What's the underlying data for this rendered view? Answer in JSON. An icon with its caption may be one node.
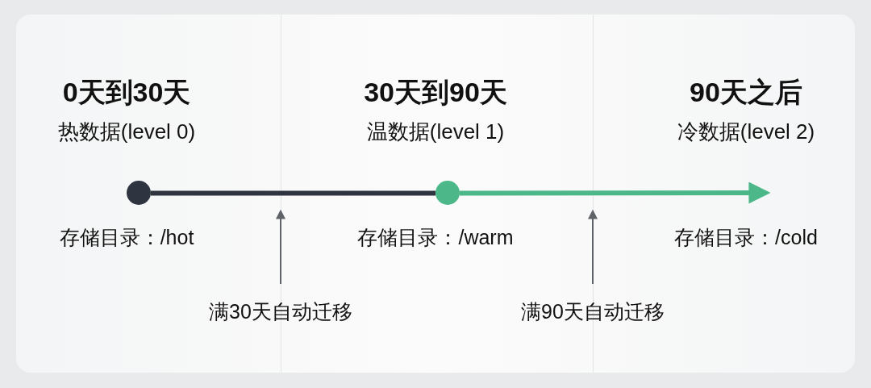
{
  "diagram": {
    "nodes": [
      {
        "text": [],
        "shape": "circle"
      },
      {
        "text": [],
        "shape": "circle"
      },
      {
        "text": [
          "满30天自动迁移"
        ]
      },
      {
        "text": [
          "满90天自动迁移"
        ]
      }
    ],
    "edges": [
      {
        "from": 0,
        "to": 1,
        "arrow": "none",
        "style": "thick",
        "color": "#2f3441"
      },
      {
        "from": 1,
        "to": null,
        "arrow": "to",
        "style": "thick",
        "color": "#4cb88a"
      },
      {
        "from": 2,
        "to": null,
        "arrow": "to"
      },
      {
        "from": 3,
        "to": null,
        "arrow": "to"
      }
    ],
    "labels": [
      "0天到30天",
      "30天到90天",
      "90天之后",
      "热数据(level 0)",
      "温数据(level 1)",
      "冷数据(level 2)",
      "存储目录：/hot",
      "存储目录：/warm",
      "存储目录：/cold"
    ]
  }
}
